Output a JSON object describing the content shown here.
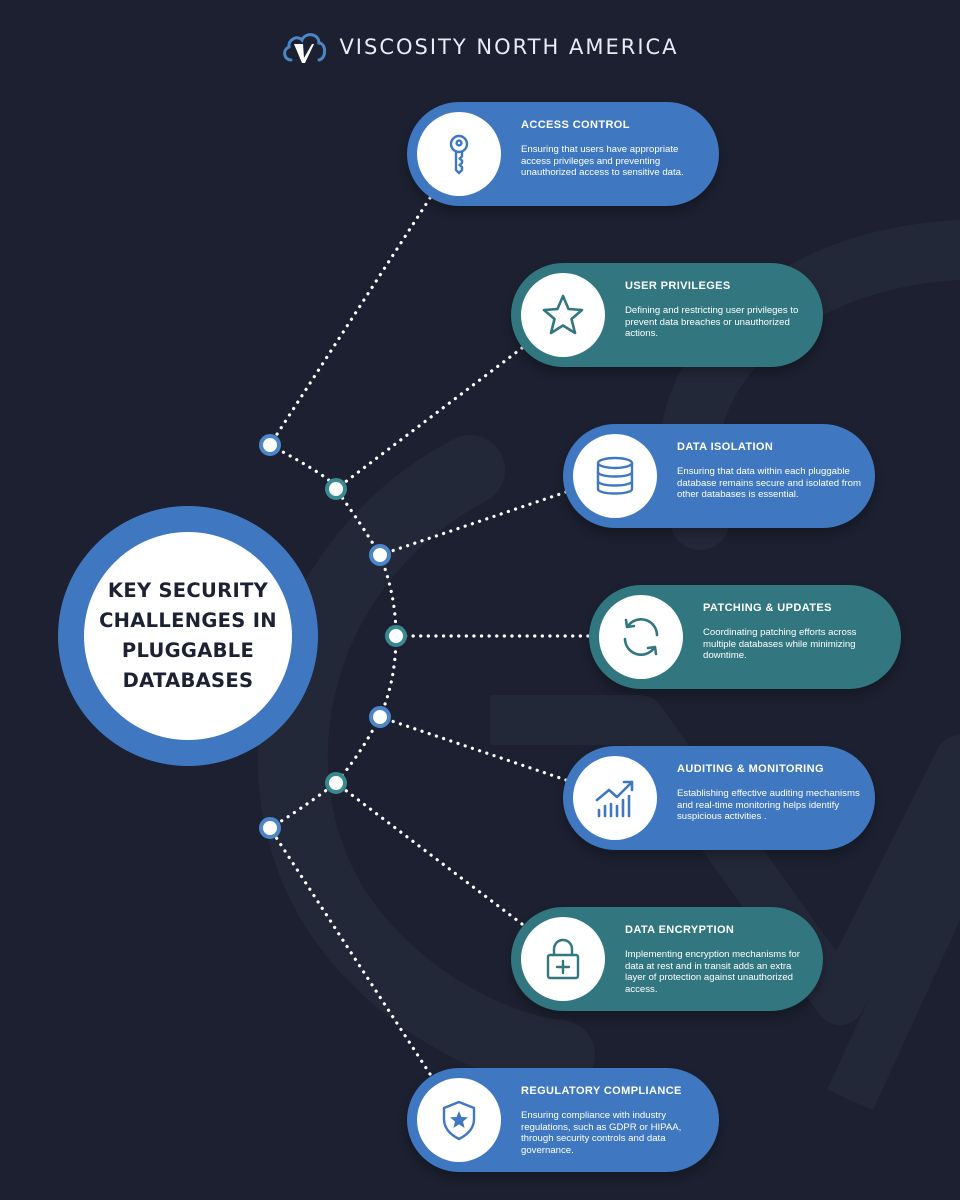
{
  "brand": {
    "name": "VISCOSITY NORTH AMERICA",
    "logo_letter": "V",
    "logo_icon": "cloud-v-logo"
  },
  "center": {
    "title": "KEY SECURITY CHALLENGES IN PLUGGABLE DATABASES"
  },
  "colors": {
    "background": "#1c2030",
    "blue": "#3f78c0",
    "teal": "#327680",
    "white": "#ffffff",
    "dark_text": "#1c2233"
  },
  "items": [
    {
      "title": "ACCESS CONTROL",
      "description": "Ensuring that users have appropriate access privileges and preventing unauthorized access to sensitive data.",
      "icon": "key-icon",
      "color": "blue"
    },
    {
      "title": "USER PRIVILEGES",
      "description": "Defining and restricting user privileges to prevent data breaches or unauthorized actions.",
      "icon": "star-icon",
      "color": "teal"
    },
    {
      "title": "DATA ISOLATION",
      "description": "Ensuring that data within each pluggable database remains secure and isolated from other databases is essential.",
      "icon": "database-icon",
      "color": "blue"
    },
    {
      "title": "PATCHING & UPDATES",
      "description": "Coordinating patching efforts across multiple databases while minimizing downtime.",
      "icon": "refresh-icon",
      "color": "teal"
    },
    {
      "title": "AUDITING & MONITORING",
      "description": "Establishing effective auditing mechanisms and real-time monitoring helps identify suspicious activities .",
      "icon": "chart-growth-icon",
      "color": "blue"
    },
    {
      "title": "DATA ENCRYPTION",
      "description": "Implementing encryption mechanisms for data at rest and in transit adds an extra layer of protection against unauthorized access.",
      "icon": "lock-icon",
      "color": "teal"
    },
    {
      "title": "REGULATORY COMPLIANCE",
      "description": "Ensuring compliance with industry regulations, such as GDPR or HIPAA, through security controls and data governance.",
      "icon": "shield-star-icon",
      "color": "blue"
    }
  ]
}
